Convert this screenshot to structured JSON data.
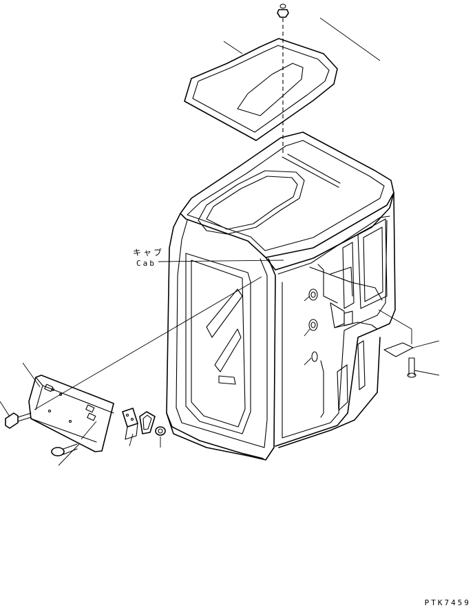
{
  "labels": {
    "cab_jp": "キャブ",
    "cab_en": "Cab",
    "drawing_code": "PTK7459"
  }
}
